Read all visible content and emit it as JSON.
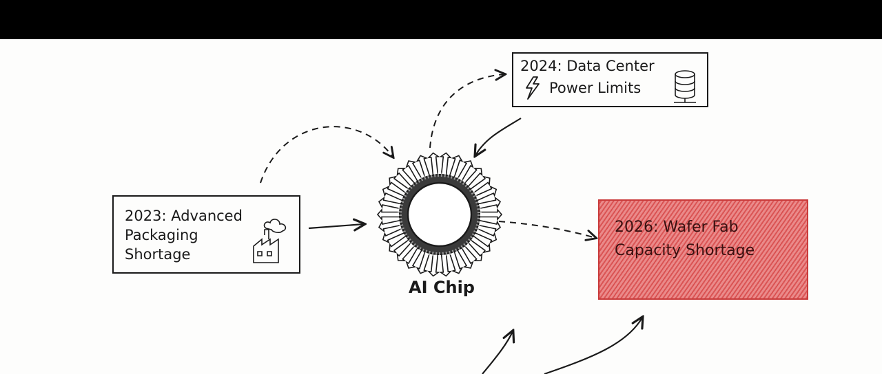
{
  "diagram": {
    "center": {
      "label": "AI Chip"
    },
    "nodes": [
      {
        "id": "n2023",
        "label": "2023: Advanced\nPackaging\nShortage",
        "icon": "factory-icon",
        "highlight": false
      },
      {
        "id": "n2024",
        "line1": "2024: Data Center",
        "line2": "Power Limits",
        "icons": [
          "lightning-icon",
          "server-icon"
        ],
        "highlight": false
      },
      {
        "id": "n2026",
        "label": "2026: Wafer Fab\nCapacity Shortage",
        "highlight": true
      }
    ],
    "edges": [
      {
        "from": "n2023",
        "to": "center",
        "style": "solid"
      },
      {
        "from": "n2023",
        "to": "center",
        "style": "dashed"
      },
      {
        "from": "center",
        "to": "n2024",
        "style": "dashed"
      },
      {
        "from": "n2024",
        "to": "center",
        "style": "solid"
      },
      {
        "from": "center",
        "to": "n2026",
        "style": "dashed"
      }
    ],
    "colors": {
      "ink": "#1a1a1a",
      "highlight_fill": "#e46f6f",
      "highlight_stroke": "#c93a3a",
      "header": "#000000"
    }
  }
}
